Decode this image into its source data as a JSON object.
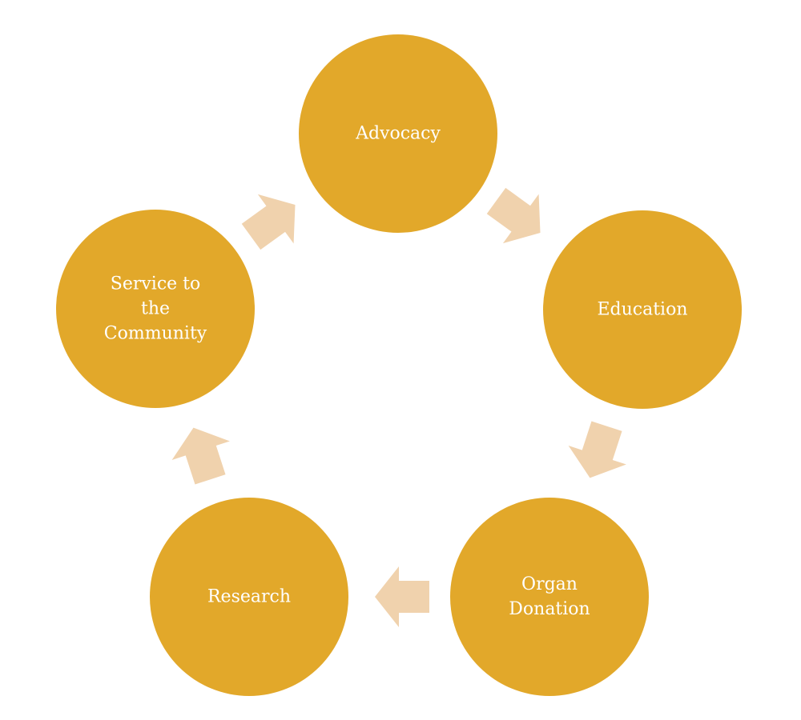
{
  "diagram": {
    "type": "cycle",
    "colors": {
      "node_fill": "#E2A82A",
      "arrow_fill": "#F0D2AD",
      "label_text": "#FFFFFF",
      "background": "#FFFFFF"
    },
    "nodes": [
      {
        "id": "advocacy",
        "lines": [
          "Advocacy"
        ]
      },
      {
        "id": "education",
        "lines": [
          "Education"
        ]
      },
      {
        "id": "organ-donation",
        "lines": [
          "Organ",
          "Donation"
        ]
      },
      {
        "id": "research",
        "lines": [
          "Research"
        ]
      },
      {
        "id": "service-to-the-community",
        "lines": [
          "Service to",
          "the",
          "Community"
        ]
      }
    ]
  }
}
